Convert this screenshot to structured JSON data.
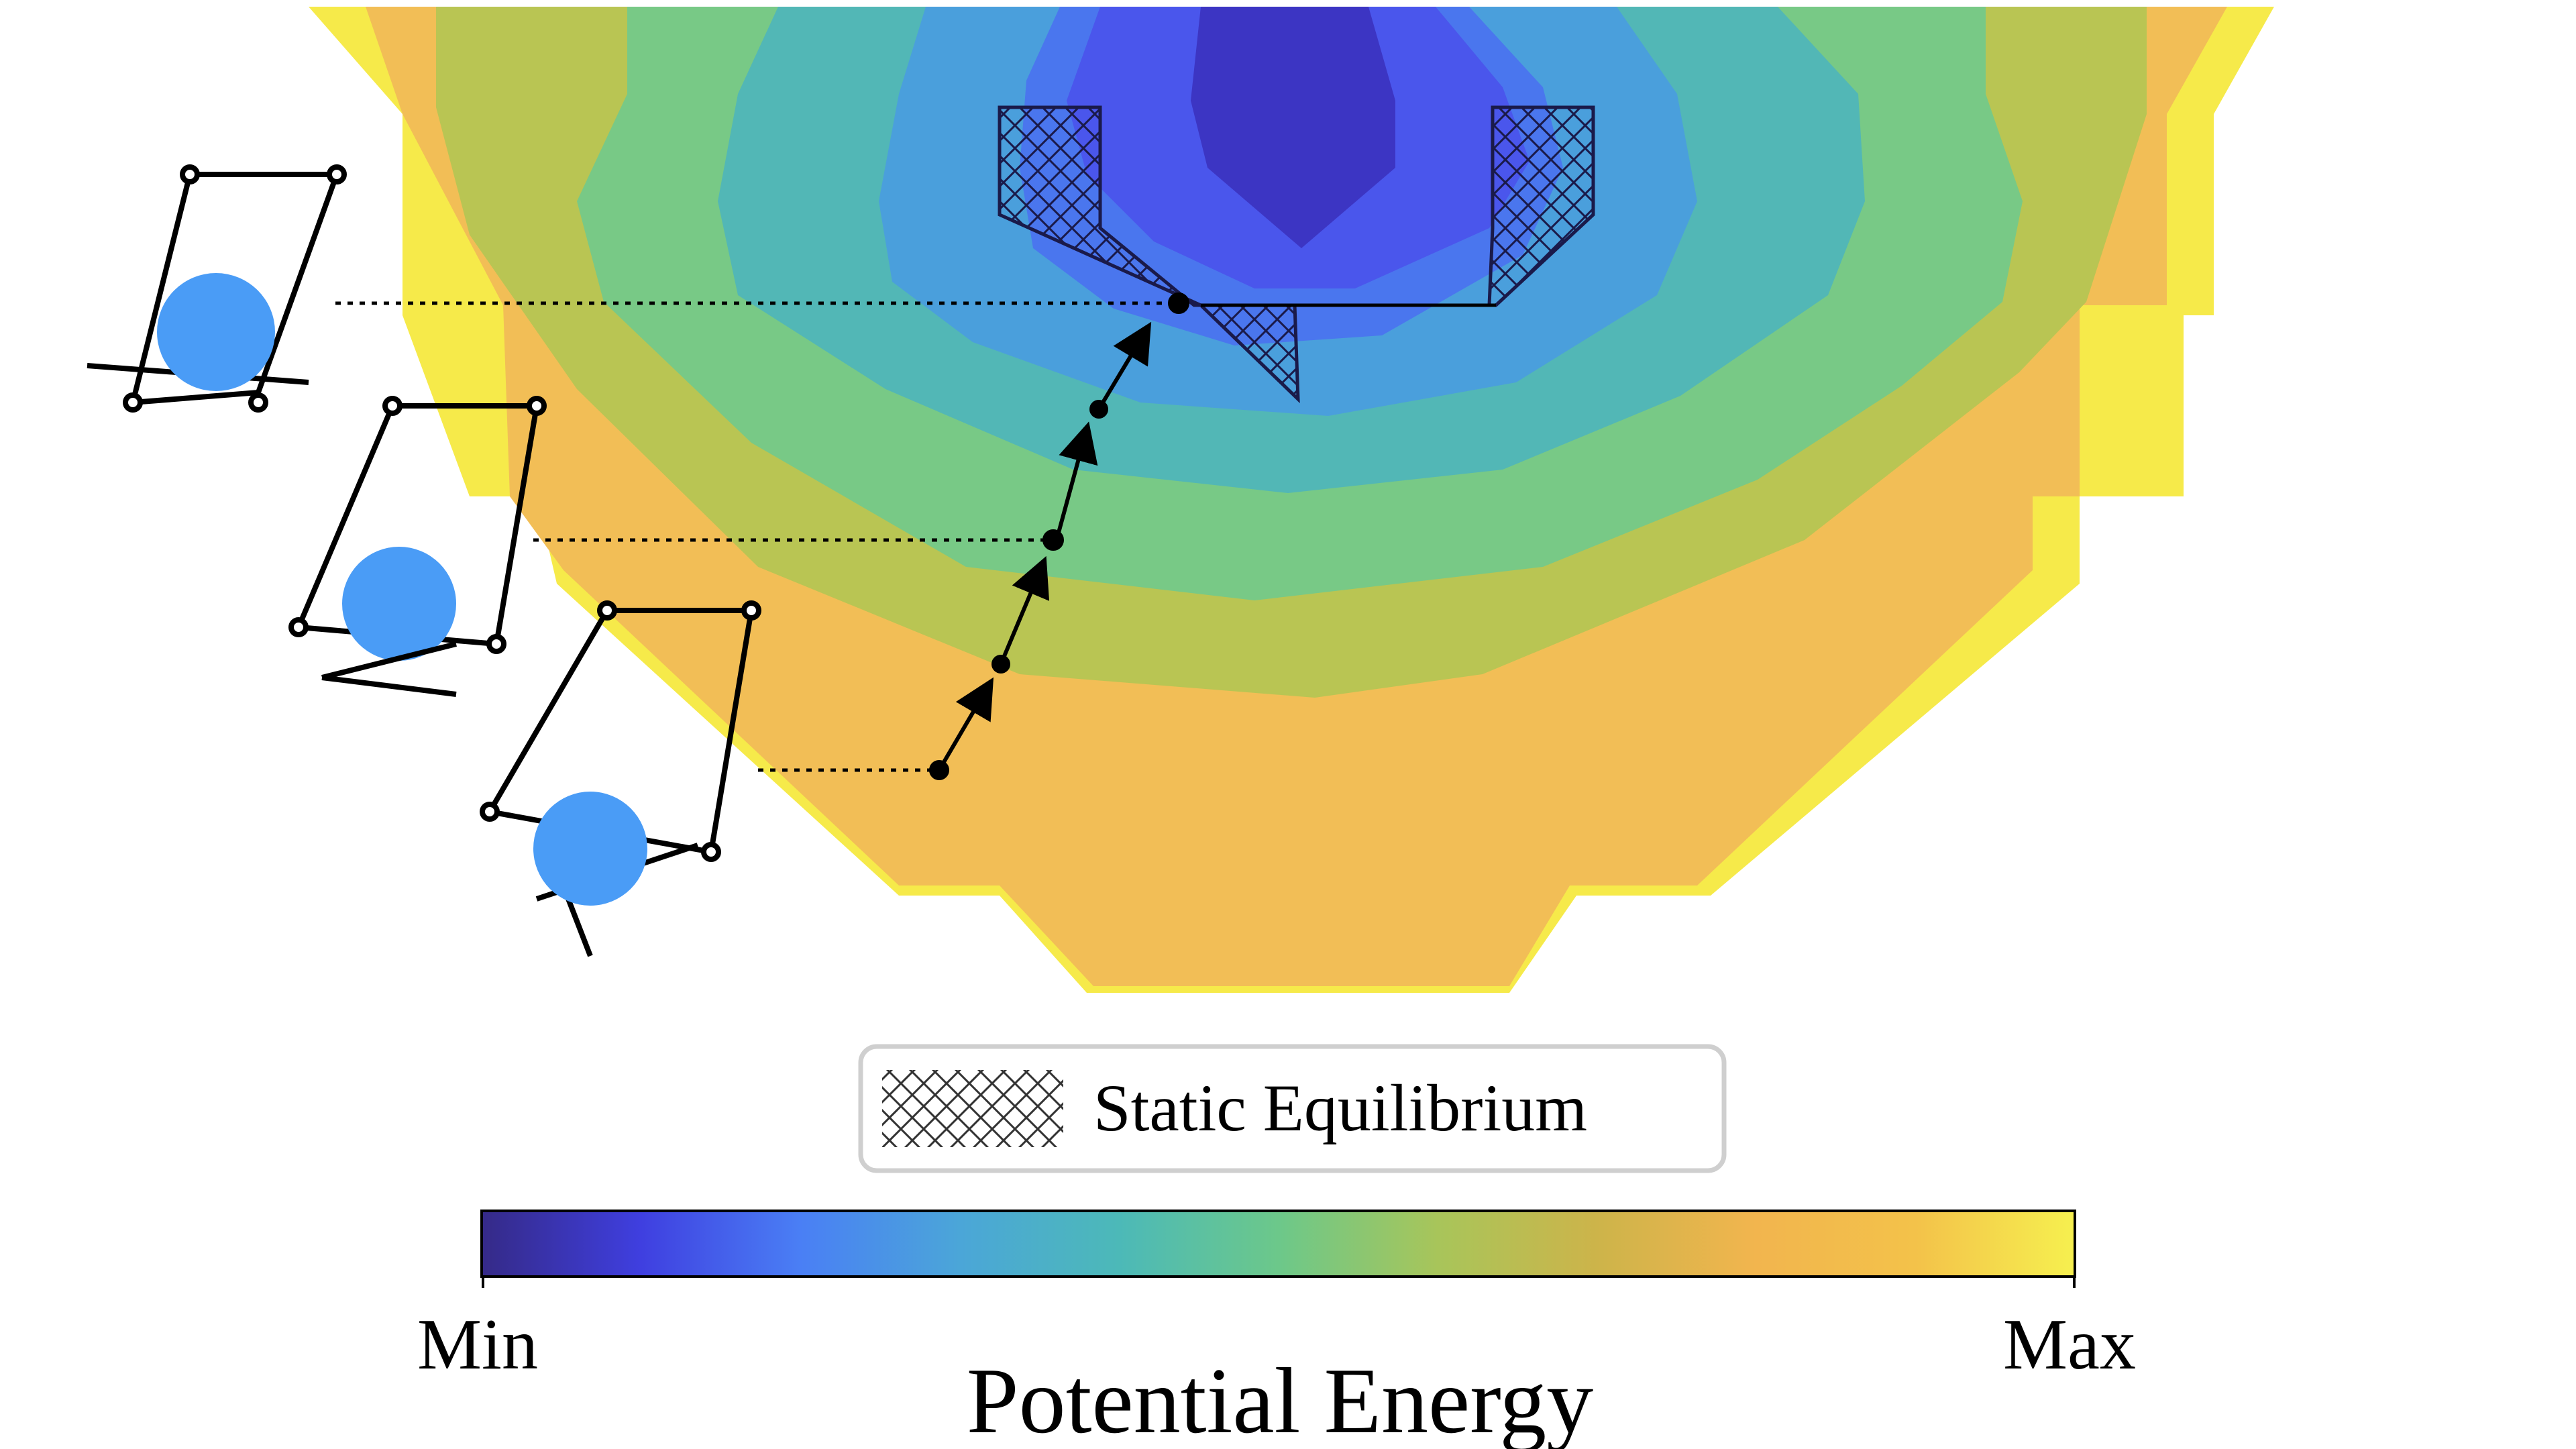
{
  "figure": {
    "legend": {
      "label": "Static Equilibrium",
      "pattern": "crosshatch"
    },
    "colorbar": {
      "min_label": "Min",
      "max_label": "Max",
      "title": "Potential Energy",
      "colormap": "parula",
      "stops": [
        "#352a87",
        "#3f3fe0",
        "#4a7ff5",
        "#4ba6d8",
        "#4cb9b8",
        "#6cc88a",
        "#a8c55a",
        "#cdb44a",
        "#f2b54e",
        "#f3c24a",
        "#f6f04f"
      ]
    },
    "contour_levels": [
      "#f6ea4a",
      "#f2be56",
      "#b9c553",
      "#78c986",
      "#52b7b6",
      "#4a9fdc",
      "#4a76ee",
      "#4a56ec",
      "#3c35c3"
    ],
    "path": {
      "description_free": true,
      "steps": 3,
      "marker": "dot-arrow"
    },
    "robot_poses": [
      {
        "id": "pose-1",
        "object": "ball"
      },
      {
        "id": "pose-2",
        "object": "ball"
      },
      {
        "id": "pose-3",
        "object": "ball"
      }
    ],
    "colors": {
      "ball": "#4a9cf6",
      "line": "#000000",
      "hatch_fill": "#4a56ec"
    }
  }
}
